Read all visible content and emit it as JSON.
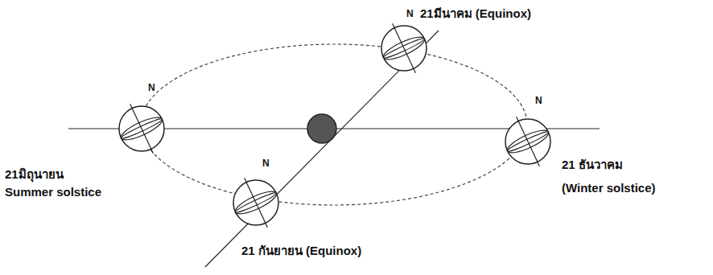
{
  "diagram": {
    "labels": [
      "N",
      "21มีนาคม (Equinox)",
      "N",
      "N",
      "21มิถุนายน",
      "Summer solstice",
      "21 ธันวาคม",
      "(Winter solstice)",
      "N",
      "21 กันยายน (Equinox)"
    ]
  }
}
